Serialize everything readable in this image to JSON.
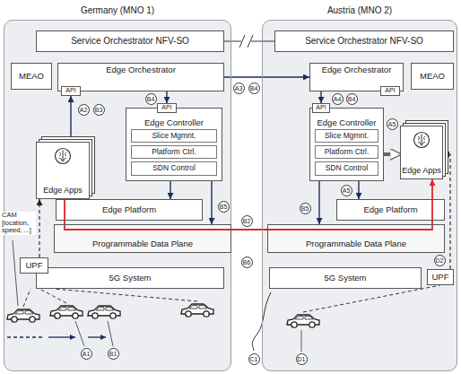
{
  "diagram": {
    "nodes": [
      {
        "text": [
          "Germany (MNO 1)"
        ]
      },
      {
        "text": [
          "Service Orchestrator NFV-SO"
        ],
        "in": 0
      },
      {
        "text": [
          "MEAO"
        ],
        "in": 0
      },
      {
        "text": [
          "Edge Orchestrator"
        ],
        "in": 0
      },
      {
        "text": [
          "API"
        ],
        "in": 3
      },
      {
        "text": [
          "Edge Controller"
        ],
        "in": 0
      },
      {
        "text": [
          "API"
        ],
        "in": 5
      },
      {
        "text": [
          "Slice Mgmnt."
        ],
        "in": 5
      },
      {
        "text": [
          "Platform Ctrl."
        ],
        "in": 5
      },
      {
        "text": [
          "SDN Control"
        ],
        "in": 5
      },
      {
        "text": [
          "Edge Apps"
        ],
        "in": 0
      },
      {
        "text": [
          "Edge Platform"
        ],
        "in": 0
      },
      {
        "text": [
          "Programmable Data Plane"
        ],
        "in": 0
      },
      {
        "text": [
          "5G System"
        ],
        "in": 0
      },
      {
        "text": [
          "UPF"
        ],
        "in": 0
      },
      {
        "text": [
          "Austria (MNO 2)"
        ]
      },
      {
        "text": [
          "Service Orchestrator NFV-SO"
        ],
        "in": 15
      },
      {
        "text": [
          "Edge Orchestrator"
        ],
        "in": 15
      },
      {
        "text": [
          "API"
        ],
        "in": 17
      },
      {
        "text": [
          "MEAO"
        ],
        "in": 15
      },
      {
        "text": [
          "Edge Controller"
        ],
        "in": 15
      },
      {
        "text": [
          "API"
        ],
        "in": 20
      },
      {
        "text": [
          "Slice Mgmnt."
        ],
        "in": 20
      },
      {
        "text": [
          "Platform Ctrl."
        ],
        "in": 20
      },
      {
        "text": [
          "SDN Control"
        ],
        "in": 20
      },
      {
        "text": [
          "Edge Apps"
        ],
        "in": 15
      },
      {
        "text": [
          "Edge Platform"
        ],
        "in": 15
      },
      {
        "text": [
          "Programmable Data Plane"
        ],
        "in": 15
      },
      {
        "text": [
          "5G System"
        ],
        "in": 15
      },
      {
        "text": [
          "UPF"
        ],
        "in": 15
      }
    ],
    "edges": [
      {
        "from": 1,
        "to": 16,
        "arrow": "none"
      },
      {
        "from": 3,
        "to": 17,
        "arrow": "to"
      },
      {
        "from": 3,
        "to": 6,
        "arrow": "to"
      },
      {
        "from": 10,
        "to": 4,
        "arrow": "to"
      },
      {
        "from": 5,
        "to": 11,
        "arrow": "to"
      },
      {
        "from": 9,
        "to": 12,
        "arrow": "to"
      },
      {
        "from": 17,
        "to": 21,
        "arrow": "to"
      },
      {
        "from": 20,
        "to": 25,
        "arrow": "to"
      },
      {
        "from": 20,
        "to": 26,
        "arrow": "to"
      },
      {
        "from": 24,
        "to": 27,
        "arrow": "to"
      },
      {
        "from": 10,
        "to": 25,
        "arrow": "to"
      },
      {
        "from": 14,
        "to": 10,
        "arrow": "to"
      },
      {
        "from": 29,
        "to": 25,
        "arrow": "to"
      }
    ],
    "labels": [
      "A2",
      "B3",
      "B4",
      "A3",
      "B4",
      "A4",
      "B4",
      "A5",
      "A5",
      "B5",
      "B5",
      "B2",
      "CAM [location, speed, ...]",
      "B6",
      "D2",
      "A1",
      "B1",
      "C1",
      "D1"
    ]
  }
}
